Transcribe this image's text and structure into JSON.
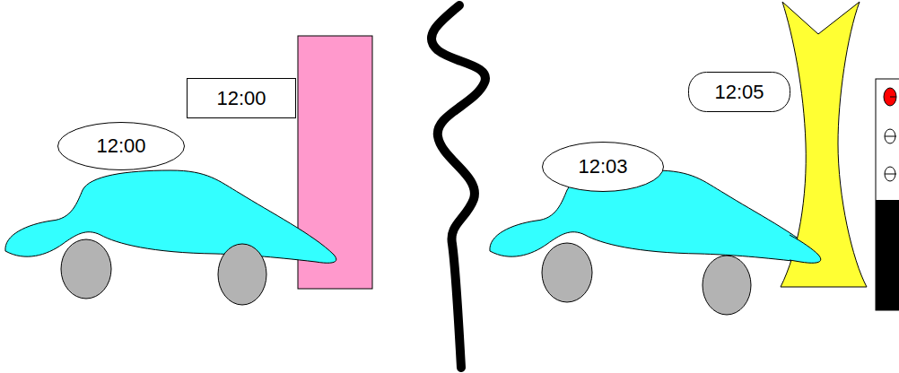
{
  "diagram": {
    "nodes": [
      {
        "text": [
          "12:00"
        ]
      },
      {
        "text": [
          "12:00"
        ]
      },
      {
        "text": [
          "12:05"
        ]
      },
      {
        "text": [
          "12:03"
        ]
      }
    ]
  }
}
